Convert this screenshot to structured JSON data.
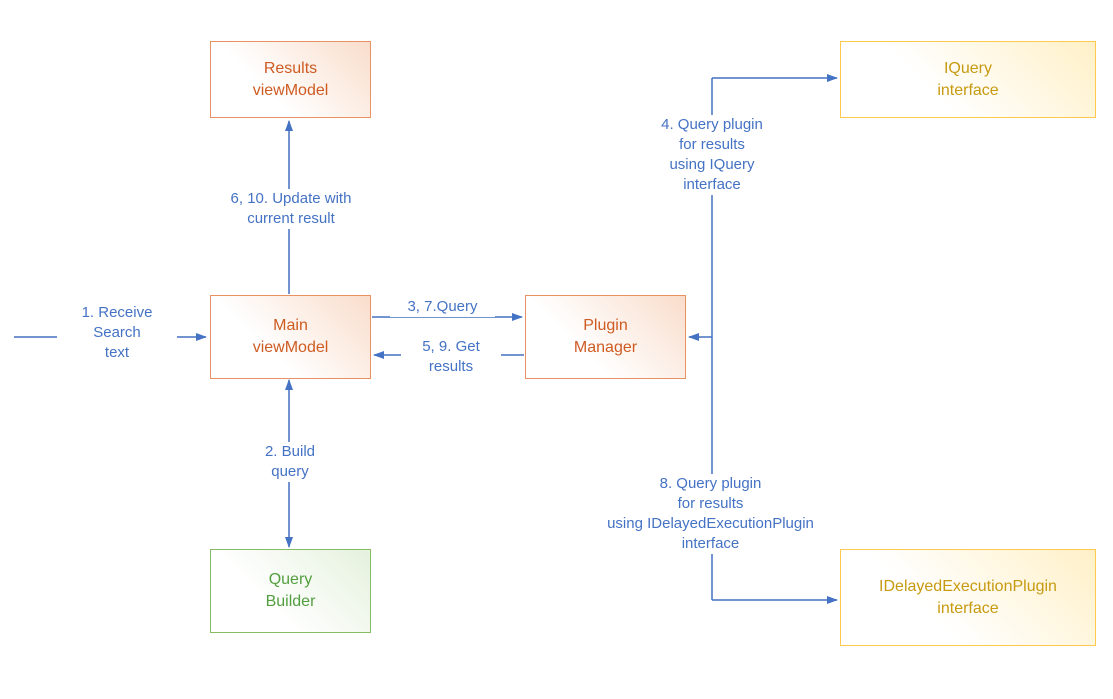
{
  "diagram": {
    "nodes": {
      "results_viewmodel": {
        "label": "Results\nviewModel",
        "type": "orange"
      },
      "iquery_interface": {
        "label": "IQuery\ninterface",
        "type": "gold"
      },
      "main_viewmodel": {
        "label": "Main\nviewModel",
        "type": "orange"
      },
      "plugin_manager": {
        "label": "Plugin\nManager",
        "type": "orange"
      },
      "query_builder": {
        "label": "Query\nBuilder",
        "type": "green"
      },
      "idelayedexecutionplugin_interface": {
        "label": "IDelayedExecutionPlugin\ninterface",
        "type": "gold"
      }
    },
    "edges": {
      "receive_search": {
        "label": "1. Receive\nSearch\ntext"
      },
      "build_query": {
        "label": "2. Build\nquery"
      },
      "query": {
        "label": "3, 7.Query"
      },
      "get_results": {
        "label": "5, 9. Get\nresults"
      },
      "update_with_current_result": {
        "label": "6, 10. Update with\ncurrent result"
      },
      "query_plugin_iquery": {
        "label": "4. Query plugin\nfor results\nusing IQuery\ninterface"
      },
      "query_plugin_idelayed": {
        "label": "8. Query plugin\nfor results\nusing IDelayedExecutionPlugin\ninterface"
      }
    },
    "colors": {
      "arrow": "#4472C4",
      "edge_label_text": "#4472C4",
      "orange_border": "#E89163",
      "orange_text": "#CE5B22",
      "gold_border": "#FFC94D",
      "gold_text": "#C79A11",
      "green_border": "#86BD63",
      "green_text": "#529E3F",
      "background": "#FFFFFF"
    }
  }
}
